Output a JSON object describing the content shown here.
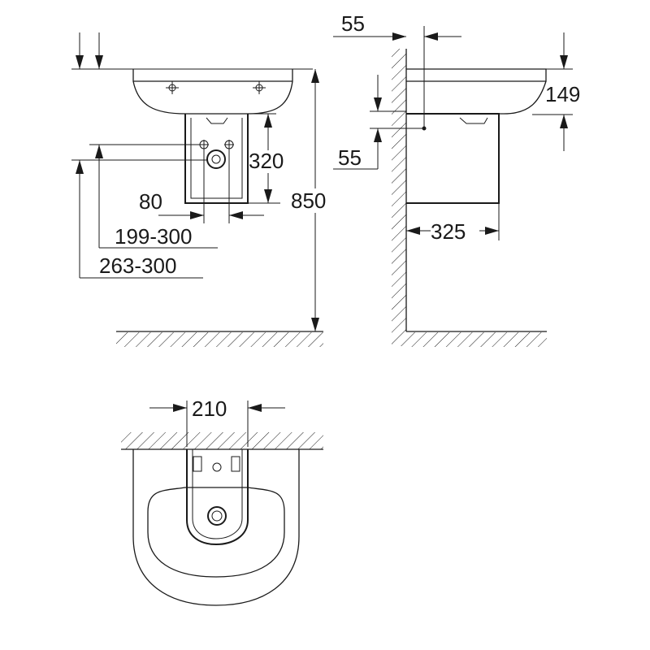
{
  "dimensions": {
    "front_shroud_height": "320",
    "front_drain_offset": "80",
    "front_waste_height_range": "199-300",
    "front_supply_height_range": "263-300",
    "front_rim_height": "850",
    "side_wall_to_fixing": "55",
    "side_fixing_below_rim": "55",
    "side_basin_height": "149",
    "side_shroud_depth": "325",
    "top_width": "210"
  }
}
